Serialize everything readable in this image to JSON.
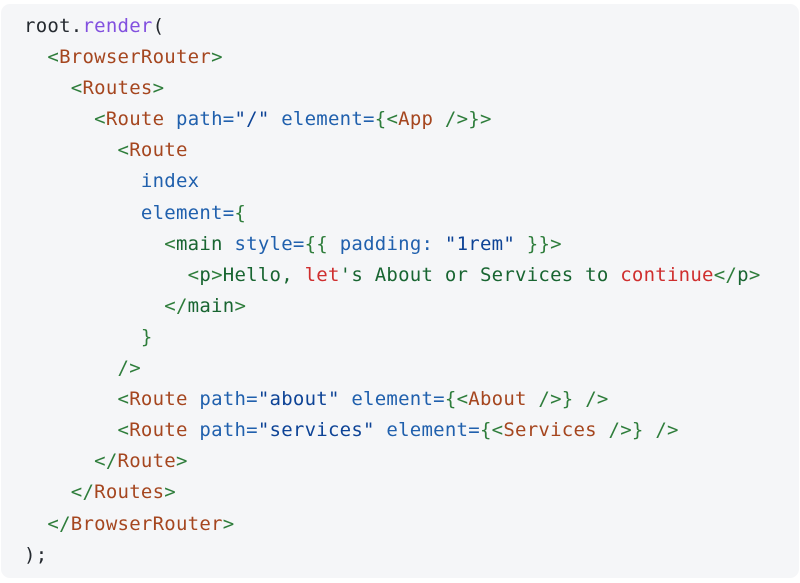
{
  "page_background": "#ffffff",
  "code_block": {
    "background": "#f5f6f8",
    "language": "jsx",
    "palette": {
      "plain": "#24292f",
      "function": "#8250df",
      "component": "#a5461f",
      "punctuation": "#2e7d3b",
      "tag": "#186531",
      "attribute": "#2060ad",
      "string": "#0d4396",
      "keyword": "#cf2e2e"
    },
    "lines": [
      [
        [
          "root.",
          "plain"
        ],
        [
          "render",
          "function"
        ],
        [
          "(",
          "plain"
        ]
      ],
      [
        [
          "  ",
          "plain"
        ],
        [
          "<",
          "punctuation"
        ],
        [
          "BrowserRouter",
          "component"
        ],
        [
          ">",
          "punctuation"
        ]
      ],
      [
        [
          "    ",
          "plain"
        ],
        [
          "<",
          "punctuation"
        ],
        [
          "Routes",
          "component"
        ],
        [
          ">",
          "punctuation"
        ]
      ],
      [
        [
          "      ",
          "plain"
        ],
        [
          "<",
          "punctuation"
        ],
        [
          "Route",
          "component"
        ],
        [
          " ",
          "plain"
        ],
        [
          "path=",
          "attribute"
        ],
        [
          "\"/\"",
          "string"
        ],
        [
          " ",
          "plain"
        ],
        [
          "element=",
          "attribute"
        ],
        [
          "{<",
          "punctuation"
        ],
        [
          "App",
          "component"
        ],
        [
          " ",
          "plain"
        ],
        [
          "/>}>",
          "punctuation"
        ]
      ],
      [
        [
          "        ",
          "plain"
        ],
        [
          "<",
          "punctuation"
        ],
        [
          "Route",
          "component"
        ]
      ],
      [
        [
          "          ",
          "plain"
        ],
        [
          "index",
          "attribute"
        ]
      ],
      [
        [
          "          ",
          "plain"
        ],
        [
          "element=",
          "attribute"
        ],
        [
          "{",
          "punctuation"
        ]
      ],
      [
        [
          "            ",
          "plain"
        ],
        [
          "<",
          "punctuation"
        ],
        [
          "main",
          "tag"
        ],
        [
          " ",
          "plain"
        ],
        [
          "style=",
          "attribute"
        ],
        [
          "{{",
          "punctuation"
        ],
        [
          " ",
          "plain"
        ],
        [
          "padding:",
          "attribute"
        ],
        [
          " ",
          "plain"
        ],
        [
          "\"1rem\"",
          "string"
        ],
        [
          " ",
          "plain"
        ],
        [
          "}}>",
          "punctuation"
        ]
      ],
      [
        [
          "              ",
          "plain"
        ],
        [
          "<",
          "punctuation"
        ],
        [
          "p",
          "tag"
        ],
        [
          ">",
          "punctuation"
        ],
        [
          "Hello, ",
          "tag"
        ],
        [
          "let",
          "keyword"
        ],
        [
          "'s About or Services to ",
          "tag"
        ],
        [
          "continue",
          "keyword"
        ],
        [
          "</",
          "punctuation"
        ],
        [
          "p",
          "tag"
        ],
        [
          ">",
          "punctuation"
        ]
      ],
      [
        [
          "            ",
          "plain"
        ],
        [
          "</",
          "punctuation"
        ],
        [
          "main",
          "tag"
        ],
        [
          ">",
          "punctuation"
        ]
      ],
      [
        [
          "          ",
          "plain"
        ],
        [
          "}",
          "punctuation"
        ]
      ],
      [
        [
          "        ",
          "plain"
        ],
        [
          "/>",
          "punctuation"
        ]
      ],
      [
        [
          "        ",
          "plain"
        ],
        [
          "<",
          "punctuation"
        ],
        [
          "Route",
          "component"
        ],
        [
          " ",
          "plain"
        ],
        [
          "path=",
          "attribute"
        ],
        [
          "\"about\"",
          "string"
        ],
        [
          " ",
          "plain"
        ],
        [
          "element=",
          "attribute"
        ],
        [
          "{<",
          "punctuation"
        ],
        [
          "About",
          "component"
        ],
        [
          " ",
          "plain"
        ],
        [
          "/>}",
          "punctuation"
        ],
        [
          " ",
          "plain"
        ],
        [
          "/>",
          "punctuation"
        ]
      ],
      [
        [
          "        ",
          "plain"
        ],
        [
          "<",
          "punctuation"
        ],
        [
          "Route",
          "component"
        ],
        [
          " ",
          "plain"
        ],
        [
          "path=",
          "attribute"
        ],
        [
          "\"services\"",
          "string"
        ],
        [
          " ",
          "plain"
        ],
        [
          "element=",
          "attribute"
        ],
        [
          "{<",
          "punctuation"
        ],
        [
          "Services",
          "component"
        ],
        [
          " ",
          "plain"
        ],
        [
          "/>}",
          "punctuation"
        ],
        [
          " ",
          "plain"
        ],
        [
          "/>",
          "punctuation"
        ]
      ],
      [
        [
          "      ",
          "plain"
        ],
        [
          "</",
          "punctuation"
        ],
        [
          "Route",
          "component"
        ],
        [
          ">",
          "punctuation"
        ]
      ],
      [
        [
          "    ",
          "plain"
        ],
        [
          "</",
          "punctuation"
        ],
        [
          "Routes",
          "component"
        ],
        [
          ">",
          "punctuation"
        ]
      ],
      [
        [
          "  ",
          "plain"
        ],
        [
          "</",
          "punctuation"
        ],
        [
          "BrowserRouter",
          "component"
        ],
        [
          ">",
          "punctuation"
        ]
      ],
      [
        [
          ");",
          "plain"
        ]
      ]
    ]
  }
}
